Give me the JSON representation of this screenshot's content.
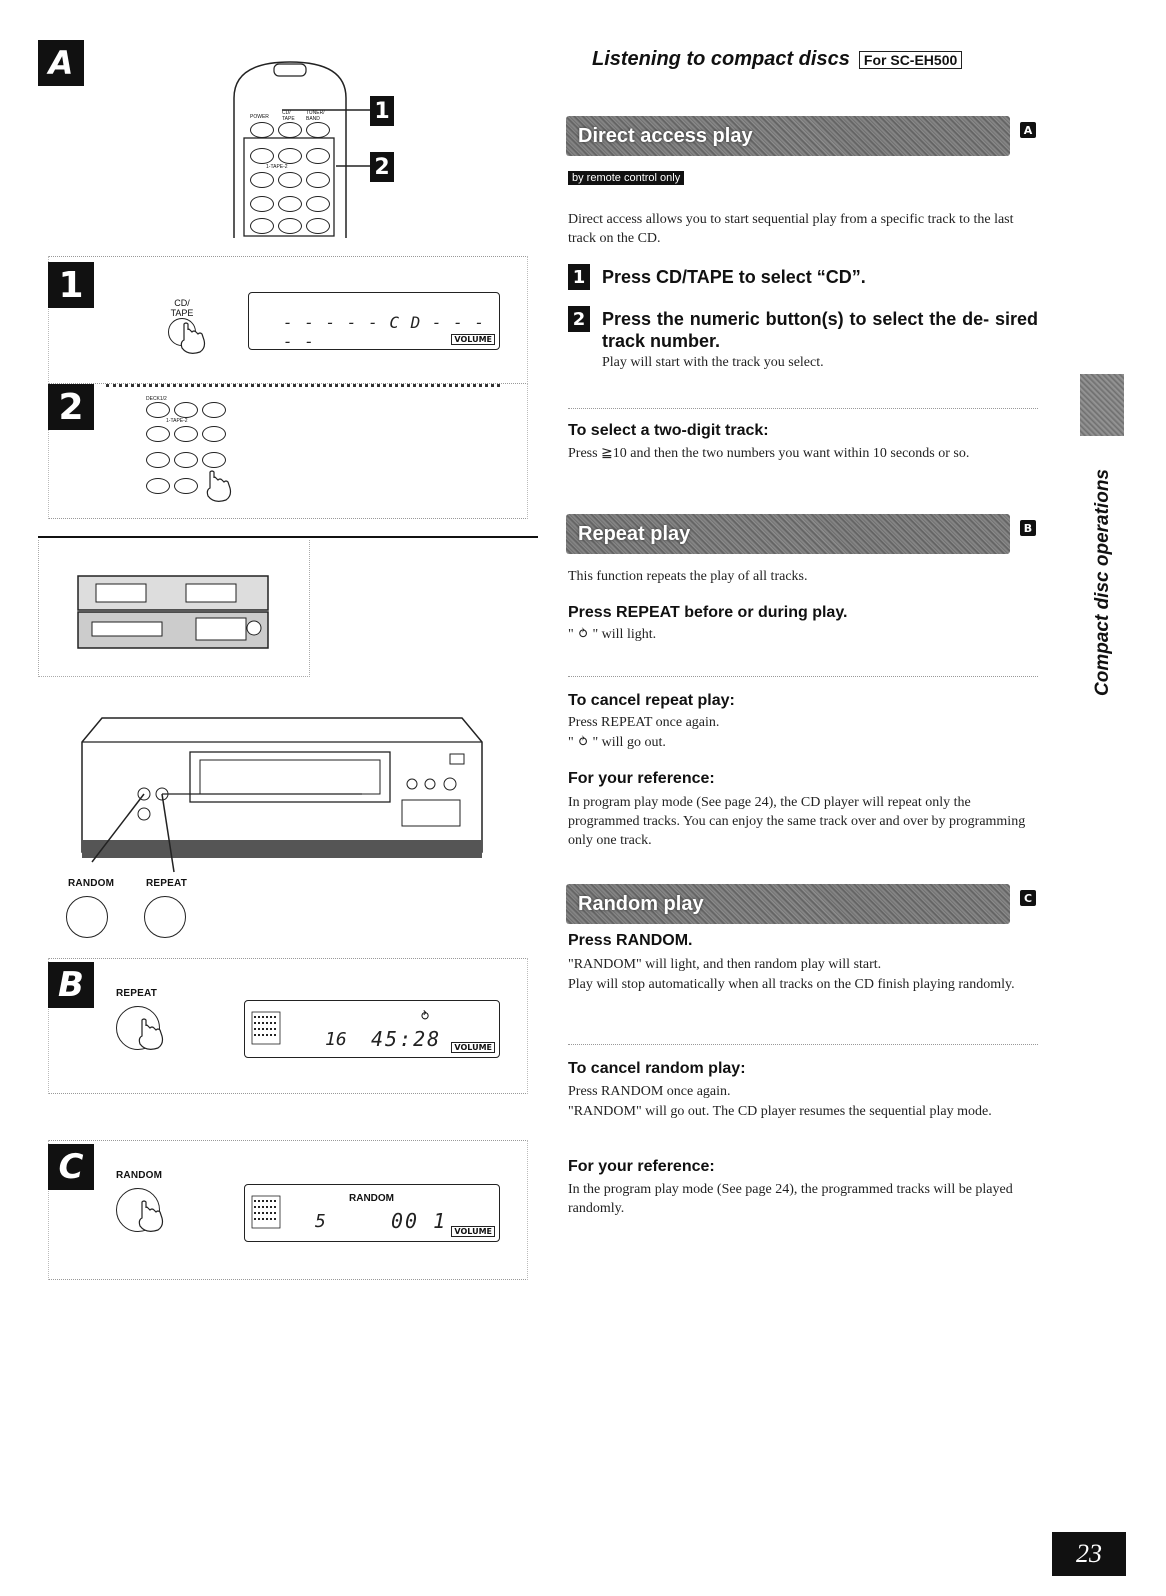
{
  "header": {
    "title": "Listening to compact discs",
    "model_tag": "For SC-EH500"
  },
  "left": {
    "section_a_letter": "A",
    "section_b_letter": "B",
    "section_c_letter": "C",
    "step1_badge": "1",
    "step2_badge": "2",
    "remote": {
      "power_label": "POWER",
      "cd_tape_label": "CD/ TAPE",
      "tuner_band_label": "TUNER/ BAND",
      "tape_label": "1-TAPE-2"
    },
    "step1_panel": {
      "button_label": "CD/ TAPE",
      "display_text": "- - - - - C D - - - - -",
      "volume_label": "VOLUME"
    },
    "step2_panel": {
      "deck_label": "DECK1/2",
      "tape_label": "1-TAPE-2"
    },
    "player": {
      "random_label": "RANDOM",
      "repeat_label": "REPEAT"
    },
    "panel_b": {
      "button_label": "REPEAT",
      "display_track": "16",
      "display_time": "45:28",
      "volume_label": "VOLUME"
    },
    "panel_c": {
      "button_label": "RANDOM",
      "display_random": "RANDOM",
      "display_track": "5",
      "display_time": "00 1",
      "volume_label": "VOLUME"
    }
  },
  "direct_access": {
    "banner": "Direct access play",
    "letter": "A",
    "remote_only": "by remote control only",
    "intro": "Direct access allows you to start sequential play from a specific track to the last track on the CD.",
    "step1_num": "1",
    "step1": "Press CD/TAPE to select “CD”.",
    "step2_num": "2",
    "step2": "Press the numeric button(s) to select the de- sired track number.",
    "step2_note": "Play will start with the track you select.",
    "two_digit_heading": "To select a two-digit track:",
    "two_digit_text": "Press ≧10 and then the two numbers you want within 10 seconds or so."
  },
  "repeat": {
    "banner": "Repeat play",
    "letter": "B",
    "intro": "This function repeats the play of all tracks.",
    "press": "Press REPEAT before or during play.",
    "light": "\" ⥁ \" will light.",
    "cancel_heading": "To cancel repeat play:",
    "cancel_text1": "Press REPEAT once again.",
    "cancel_text2": "\" ⥁ \" will go out.",
    "ref_heading": "For your reference:",
    "ref_text": "In program play mode (See page 24), the CD player will repeat only the programmed tracks. You can enjoy the same track over and over by programming only one track."
  },
  "random": {
    "banner": "Random play",
    "letter": "C",
    "press": "Press RANDOM.",
    "text1": "\"RANDOM\" will light, and then random play will start.",
    "text2": "Play will stop automatically when all tracks on the CD finish playing randomly.",
    "cancel_heading": "To cancel random play:",
    "cancel_text1": "Press RANDOM once again.",
    "cancel_text2": "\"RANDOM\" will go out. The CD player resumes the sequential play mode.",
    "ref_heading": "For your reference:",
    "ref_text": "In the program play mode (See page 24), the programmed tracks will be played randomly."
  },
  "side_tab": "Compact disc operations",
  "page_number": "23"
}
